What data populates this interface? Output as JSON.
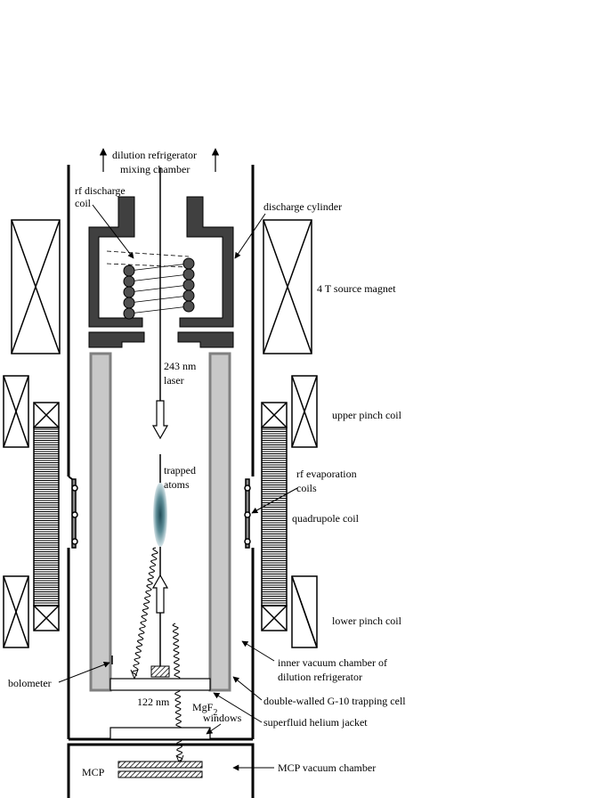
{
  "labels": {
    "top_line1": "dilution refrigerator",
    "top_line2": "mixing chamber",
    "rf_discharge_line1": "rf discharge",
    "rf_discharge_line2": "coil",
    "discharge_cylinder": "discharge cylinder",
    "source_magnet": "4 T source magnet",
    "laser_line1": "243 nm",
    "laser_line2": "laser",
    "upper_pinch": "upper pinch coil",
    "trapped_line1": "trapped",
    "trapped_line2": "atoms",
    "rf_evap_line1": "rf evaporation",
    "rf_evap_line2": "coils",
    "quadrupole": "quadrupole coil",
    "lower_pinch": "lower pinch coil",
    "inner_vac_line1": "inner vacuum chamber of",
    "inner_vac_line2": "dilution refrigerator",
    "bolometer": "bolometer",
    "trap_cell": "double-walled G-10 trapping cell",
    "lyman": "122 nm",
    "mgf_main": "MgF",
    "mgf_sub": "2",
    "windows": "windows",
    "superfluid": "superfluid helium jacket",
    "mcp": "MCP",
    "mcp_chamber": "MCP vacuum chamber"
  },
  "colors": {
    "line": "#000000",
    "discharge_dark": "#404040",
    "cell_fill": "#c8c8c8",
    "cell_edge": "#808080",
    "atoms_center": "#1f4a55",
    "atoms_edge": "#bcd0d6"
  }
}
